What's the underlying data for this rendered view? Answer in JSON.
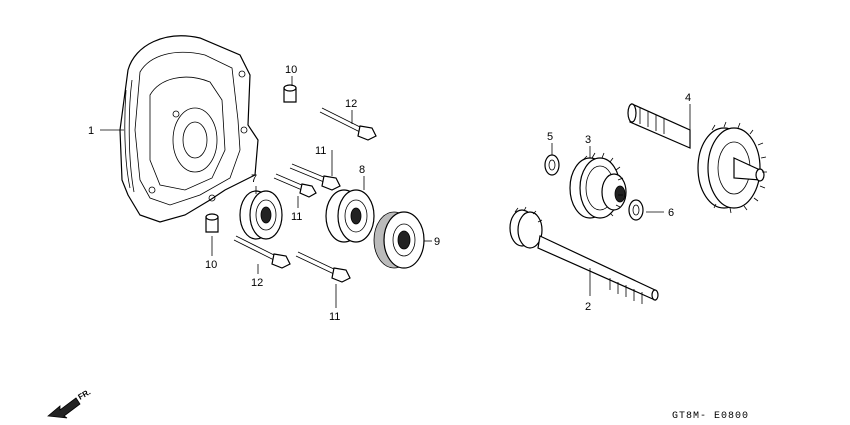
{
  "callouts": {
    "c1": "1",
    "c2": "2",
    "c3": "3",
    "c4": "4",
    "c5": "5",
    "c6": "6",
    "c7": "7",
    "c8": "8",
    "c9": "9",
    "c10a": "10",
    "c10b": "10",
    "c11a": "11",
    "c11b": "11",
    "c11c": "11",
    "c12a": "12",
    "c12b": "12"
  },
  "direction_label": "FR.",
  "diagram_code": "GT8M- E0800"
}
